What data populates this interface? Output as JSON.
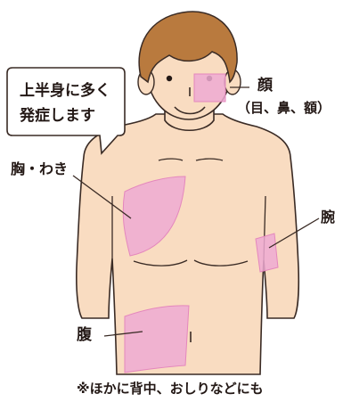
{
  "callout": {
    "line1": "上半身に多く",
    "line2": "発症します"
  },
  "labels": {
    "face": "顔",
    "face_detail": "（目、鼻、額）",
    "chest": "胸・わき",
    "arm": "腕",
    "abdomen": "腹"
  },
  "footnote": "※ほかに背中、おしりなどにも",
  "colors": {
    "skin": "#f9dcc1",
    "outline": "#3a2b25",
    "hair": "#b97a3e",
    "rash": "#efaad2",
    "rash_border": "#e487bd",
    "text": "#231815"
  }
}
